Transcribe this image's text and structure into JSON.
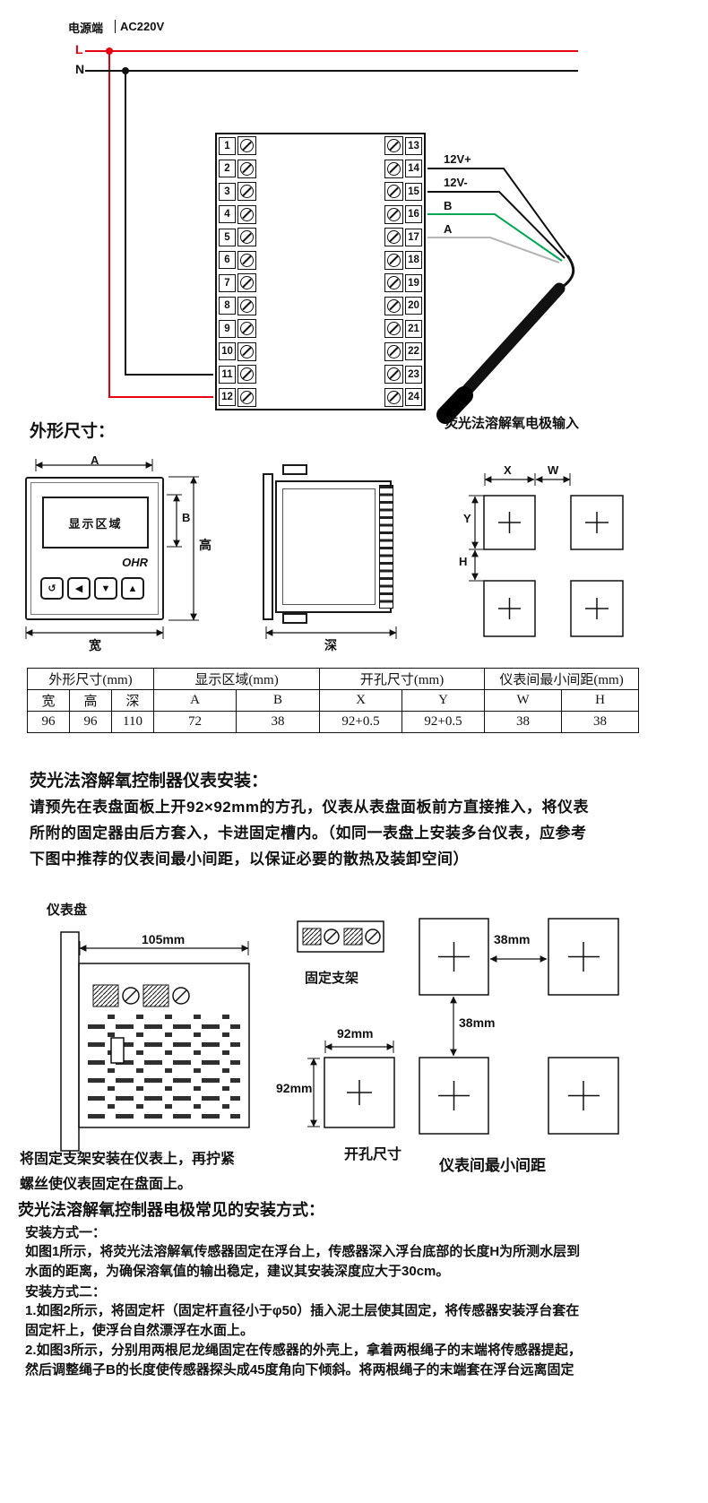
{
  "wiring": {
    "power_label": "电源端",
    "voltage_label": "AC220V",
    "line_l": "L",
    "line_n": "N",
    "left_terminals": [
      "1",
      "2",
      "3",
      "4",
      "5",
      "6",
      "7",
      "8",
      "9",
      "10",
      "11",
      "12"
    ],
    "right_terminals": [
      "13",
      "14",
      "15",
      "16",
      "17",
      "18",
      "19",
      "20",
      "21",
      "22",
      "23",
      "24"
    ],
    "wire_labels": {
      "w14": "12V+",
      "w15": "12V-",
      "w16": "B",
      "w17": "A"
    },
    "electrode_label": "荧光法溶解氧电极输入",
    "colors": {
      "live": "#e60012",
      "neutral": "#111111",
      "wire_b": "#00a651",
      "wire_a": "#b5b5b5"
    }
  },
  "outline": {
    "heading": "外形尺寸：",
    "front": {
      "display_area": "显示区域",
      "brand": "OHR",
      "buttons": [
        "↺",
        "◀",
        "▼",
        "▲"
      ],
      "dim_a": "A",
      "dim_b": "B",
      "dim_height": "高",
      "dim_width": "宽"
    },
    "side": {
      "dim_depth": "深"
    },
    "cutout": {
      "dim_x": "X",
      "dim_w": "W",
      "dim_y": "Y",
      "dim_h": "H"
    }
  },
  "spec_table": {
    "groups": [
      {
        "label": "外形尺寸(mm)",
        "cols": [
          "宽",
          "高",
          "深"
        ]
      },
      {
        "label": "显示区域(mm)",
        "cols": [
          "A",
          "B"
        ]
      },
      {
        "label": "开孔尺寸(mm)",
        "cols": [
          "X",
          "Y"
        ]
      },
      {
        "label": "仪表间最小间距(mm)",
        "cols": [
          "W",
          "H"
        ]
      }
    ],
    "values": [
      "96",
      "96",
      "110",
      "72",
      "38",
      "92+0.5",
      "92+0.5",
      "38",
      "38"
    ]
  },
  "install": {
    "heading": "荧光法溶解氧控制器仪表安装：",
    "paragraph_lines": [
      "请预先在表盘面板上开92×92mm的方孔，仪表从表盘面板前方直接推入，将仪表",
      "所附的固定器由后方套入，卡进固定槽内。（如同一表盘上安装多台仪表，应参考",
      "下图中推荐的仪表间最小间距，以保证必要的散热及装卸空间）"
    ],
    "panel_label": "仪表盘",
    "dim_105": "105mm",
    "bracket_label": "固定支架",
    "dim_38_h": "38mm",
    "dim_38_v": "38mm",
    "dim_92_top": "92mm",
    "dim_92_left": "92mm",
    "cutout_caption": "开孔尺寸",
    "spacing_caption": "仪表间最小间距",
    "note_lines": [
      "将固定支架安装在仪表上，再拧紧",
      "螺丝使仪表固定在盘面上。"
    ]
  },
  "electrode_install": {
    "heading": "荧光法溶解氧控制器电极常见的安装方式：",
    "method1_title": "安装方式一：",
    "method1_lines": [
      "如图1所示，将荧光法溶解氧传感器固定在浮台上，传感器深入浮台底部的长度H为所测水层到",
      "水面的距离，为确保溶氧值的输出稳定，建议其安装深度应大于30cm。"
    ],
    "method2_title": "安装方式二：",
    "method2_lines": [
      "1.如图2所示，将固定杆（固定杆直径小于φ50）插入泥土层使其固定，将传感器安装浮台套在",
      "固定杆上，使浮台自然漂浮在水面上。",
      "2.如图3所示，分别用两根尼龙绳固定在传感器的外壳上，拿着两根绳子的末端将传感器提起，",
      "然后调整绳子B的长度使传感器探头成45度角向下倾斜。将两根绳子的末端套在浮台远离固定"
    ]
  }
}
